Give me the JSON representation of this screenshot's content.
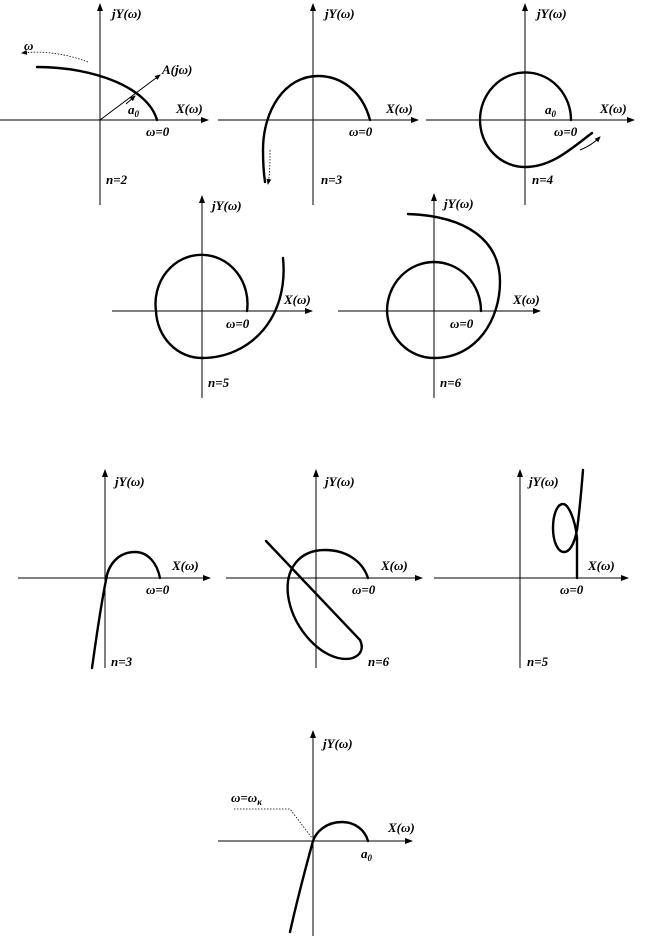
{
  "axis_labels": {
    "y": "jY(ω)",
    "x": "X(ω)"
  },
  "labels": {
    "omega": "ω",
    "omega_zero": "ω=0",
    "a0_base": "a",
    "a0_sub": "0",
    "a_jw": "A(jω)",
    "omega_k_base": "ω=ω",
    "omega_k_sub": "к"
  },
  "orders": {
    "p1": "n=2",
    "p2": "n=3",
    "p3": "n=4",
    "p4": "n=5",
    "p5": "n=6",
    "p6": "n=3",
    "p7": "n=6",
    "p8": "n=5"
  },
  "colors": {
    "ink": "#000000",
    "background": "#ffffff"
  }
}
